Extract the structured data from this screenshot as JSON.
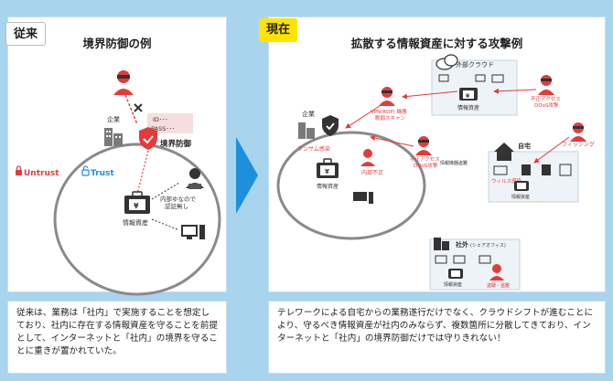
{
  "badges": {
    "before": "従来",
    "now": "現在"
  },
  "left": {
    "title": "境界防御の例",
    "untrust": "Untrust",
    "trust": "Trust",
    "company": "企業",
    "boundary_defense": "境界防御",
    "credential_id": "ID･･･",
    "credential_pass": "PASS･･･",
    "internal_note_1": "内部ゆなので",
    "internal_note_2": "認証無し",
    "info_assets": "情報資産",
    "yen": "¥",
    "description": "従来は、業務は「社内」で実施することを想定しており、社内に存在する情報資産を守ることを前提として、インターネットと「社内」の境界を守ることに重きが置かれていた。"
  },
  "right": {
    "title": "拡散する情報資産に対する攻撃例",
    "external_cloud": "外部クラウド",
    "company": "企業",
    "vpn_scan_1": "VPN(RDP) 機器",
    "vpn_scan_2": "脆弱スキャン",
    "unauthorized_1": "不正アクセス",
    "unauthorized_2": "DDoS攻撃",
    "ransomware": "ランサム感染",
    "insider": "内部不正",
    "info_assets": "情報資産",
    "home": "自宅",
    "info_theft": "情報機器盗難",
    "virus": "ウィルス感染",
    "phishing": "フィッシング",
    "shared_office": "社外",
    "shared_office_sub": "(シェアオフィス)",
    "peek_theft": "盗聴・盗難",
    "yen": "¥",
    "description": "テレワークによる自宅からの業務遂行だけでなく、クラウドシフトが進むことにより、守るべき情報資産が社内のみならず、複数箇所に分散してきており、インターネットと「社内」の境界防御だけでは守りきれない！"
  },
  "colors": {
    "accent_blue": "#1e8fdb",
    "threat_red": "#e63a3a",
    "ellipse_gray": "#8a8a8a"
  }
}
